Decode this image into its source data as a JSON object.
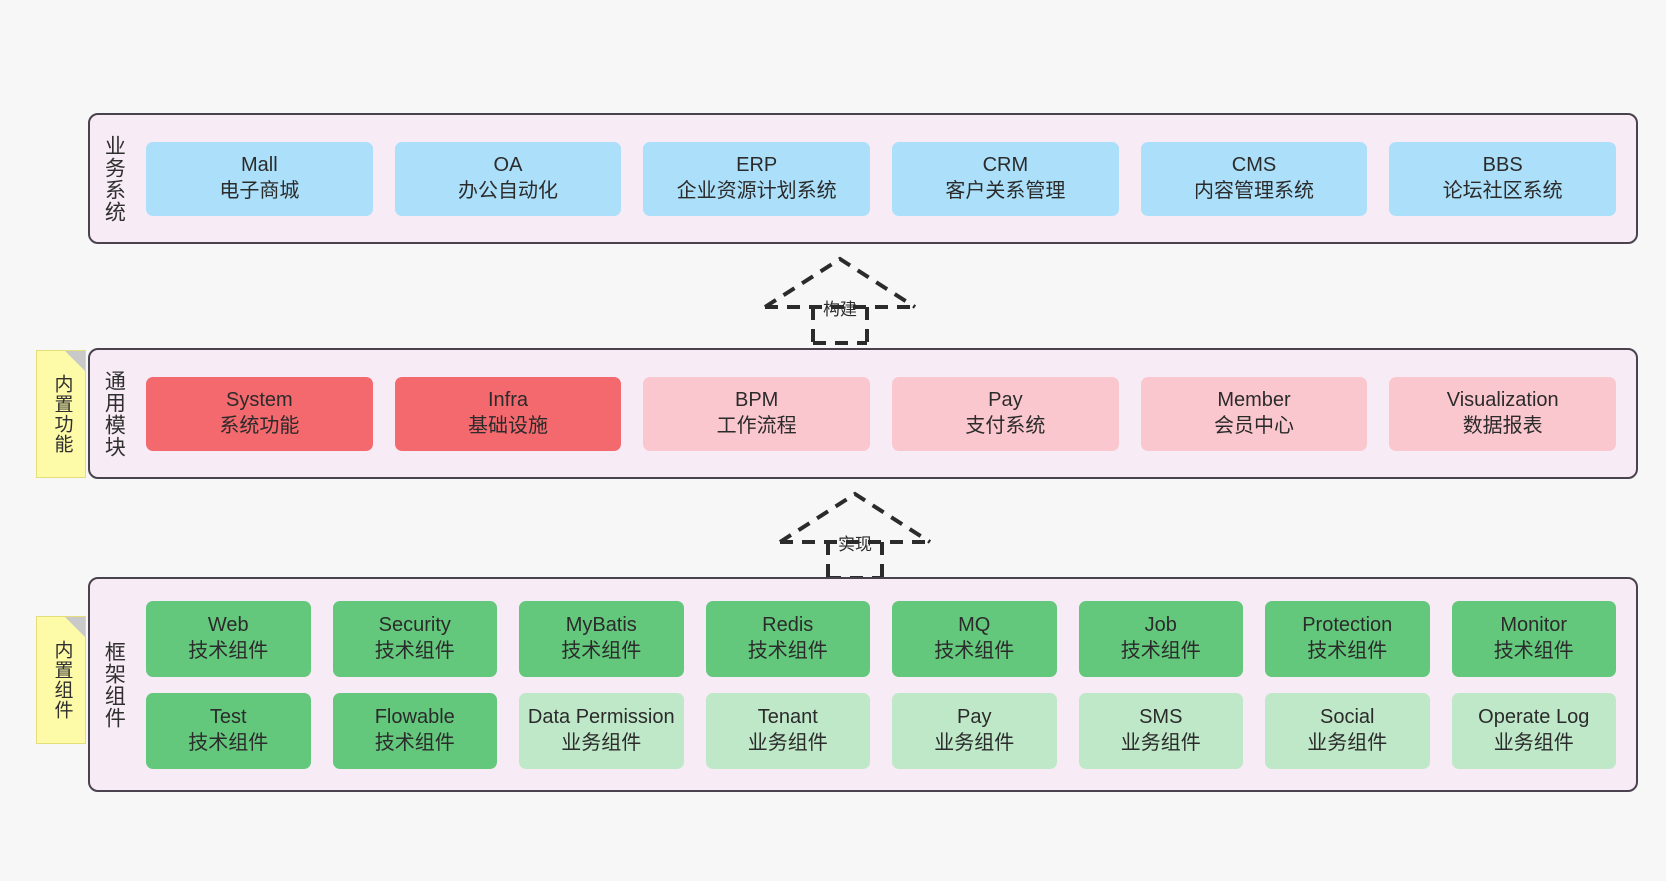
{
  "diagram": {
    "background_color": "#f7f7f7",
    "panel_color": "#f7ebf5",
    "panel_border_color": "#4a434f",
    "note_color": "#fdfaa8"
  },
  "notes": [
    {
      "label": "内置功能",
      "name": "note-builtin-functions"
    },
    {
      "label": "内置组件",
      "name": "note-builtin-components"
    }
  ],
  "connectors": [
    {
      "label": "构建",
      "name": "connector-build",
      "style": "dashed-hollow-arrow-up"
    },
    {
      "label": "实现",
      "name": "connector-implement",
      "style": "dashed-hollow-arrow-up"
    }
  ],
  "layers": [
    {
      "id": "business",
      "title": "业务系统",
      "rows": [
        {
          "nodes": [
            {
              "title": "Mall",
              "sub": "电子商城",
              "color": "#ace0fa",
              "variant": "blue"
            },
            {
              "title": "OA",
              "sub": "办公自动化",
              "color": "#ace0fa",
              "variant": "blue"
            },
            {
              "title": "ERP",
              "sub": "企业资源计划系统",
              "color": "#ace0fa",
              "variant": "blue"
            },
            {
              "title": "CRM",
              "sub": "客户关系管理",
              "color": "#ace0fa",
              "variant": "blue"
            },
            {
              "title": "CMS",
              "sub": "内容管理系统",
              "color": "#ace0fa",
              "variant": "blue"
            },
            {
              "title": "BBS",
              "sub": "论坛社区系统",
              "color": "#ace0fa",
              "variant": "blue"
            }
          ]
        }
      ]
    },
    {
      "id": "common",
      "title": "通用模块",
      "rows": [
        {
          "nodes": [
            {
              "title": "System",
              "sub": "系统功能",
              "color": "#f4696e",
              "variant": "red"
            },
            {
              "title": "Infra",
              "sub": "基础设施",
              "color": "#f4696e",
              "variant": "red"
            },
            {
              "title": "BPM",
              "sub": "工作流程",
              "color": "#fbc7ce",
              "variant": "pink"
            },
            {
              "title": "Pay",
              "sub": "支付系统",
              "color": "#fbc7ce",
              "variant": "pink"
            },
            {
              "title": "Member",
              "sub": "会员中心",
              "color": "#fbc7ce",
              "variant": "pink"
            },
            {
              "title": "Visualization",
              "sub": "数据报表",
              "color": "#fbc7ce",
              "variant": "pink"
            }
          ]
        }
      ]
    },
    {
      "id": "framework",
      "title": "框架组件",
      "rows": [
        {
          "nodes": [
            {
              "title": "Web",
              "sub": "技术组件",
              "color": "#63c87c",
              "variant": "green"
            },
            {
              "title": "Security",
              "sub": "技术组件",
              "color": "#63c87c",
              "variant": "green"
            },
            {
              "title": "MyBatis",
              "sub": "技术组件",
              "color": "#63c87c",
              "variant": "green"
            },
            {
              "title": "Redis",
              "sub": "技术组件",
              "color": "#63c87c",
              "variant": "green"
            },
            {
              "title": "MQ",
              "sub": "技术组件",
              "color": "#63c87c",
              "variant": "green"
            },
            {
              "title": "Job",
              "sub": "技术组件",
              "color": "#63c87c",
              "variant": "green"
            },
            {
              "title": "Protection",
              "sub": "技术组件",
              "color": "#63c87c",
              "variant": "green"
            },
            {
              "title": "Monitor",
              "sub": "技术组件",
              "color": "#63c87c",
              "variant": "green"
            }
          ]
        },
        {
          "nodes": [
            {
              "title": "Test",
              "sub": "技术组件",
              "color": "#63c87c",
              "variant": "green"
            },
            {
              "title": "Flowable",
              "sub": "技术组件",
              "color": "#63c87c",
              "variant": "green"
            },
            {
              "title": "Data Permission",
              "sub": "业务组件",
              "color": "#bfe8c8",
              "variant": "lightgreen"
            },
            {
              "title": "Tenant",
              "sub": "业务组件",
              "color": "#bfe8c8",
              "variant": "lightgreen"
            },
            {
              "title": "Pay",
              "sub": "业务组件",
              "color": "#bfe8c8",
              "variant": "lightgreen"
            },
            {
              "title": "SMS",
              "sub": "业务组件",
              "color": "#bfe8c8",
              "variant": "lightgreen"
            },
            {
              "title": "Social",
              "sub": "业务组件",
              "color": "#bfe8c8",
              "variant": "lightgreen"
            },
            {
              "title": "Operate Log",
              "sub": "业务组件",
              "color": "#bfe8c8",
              "variant": "lightgreen"
            }
          ]
        }
      ]
    }
  ]
}
